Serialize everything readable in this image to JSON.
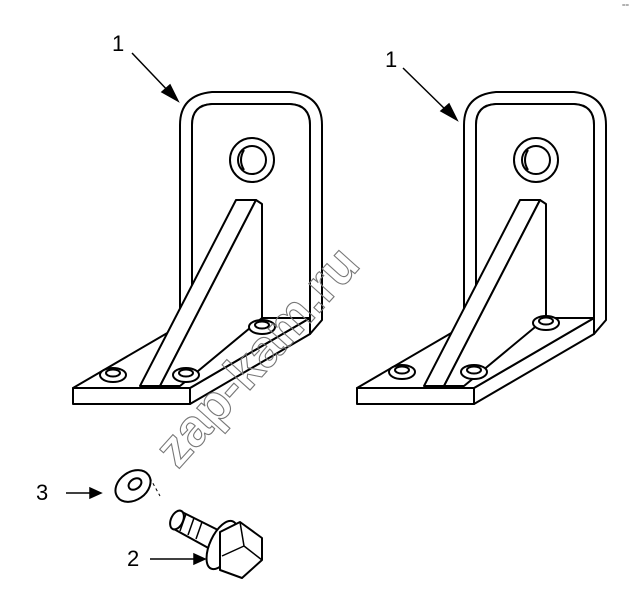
{
  "callouts": {
    "bracket_left": "1",
    "bracket_right": "1",
    "bolt": "2",
    "washer": "3"
  },
  "watermark": "zap-kam.ru",
  "corner_mark": "==",
  "colors": {
    "line": "#000000",
    "face": "#ffffff",
    "watermark": "#777777"
  }
}
